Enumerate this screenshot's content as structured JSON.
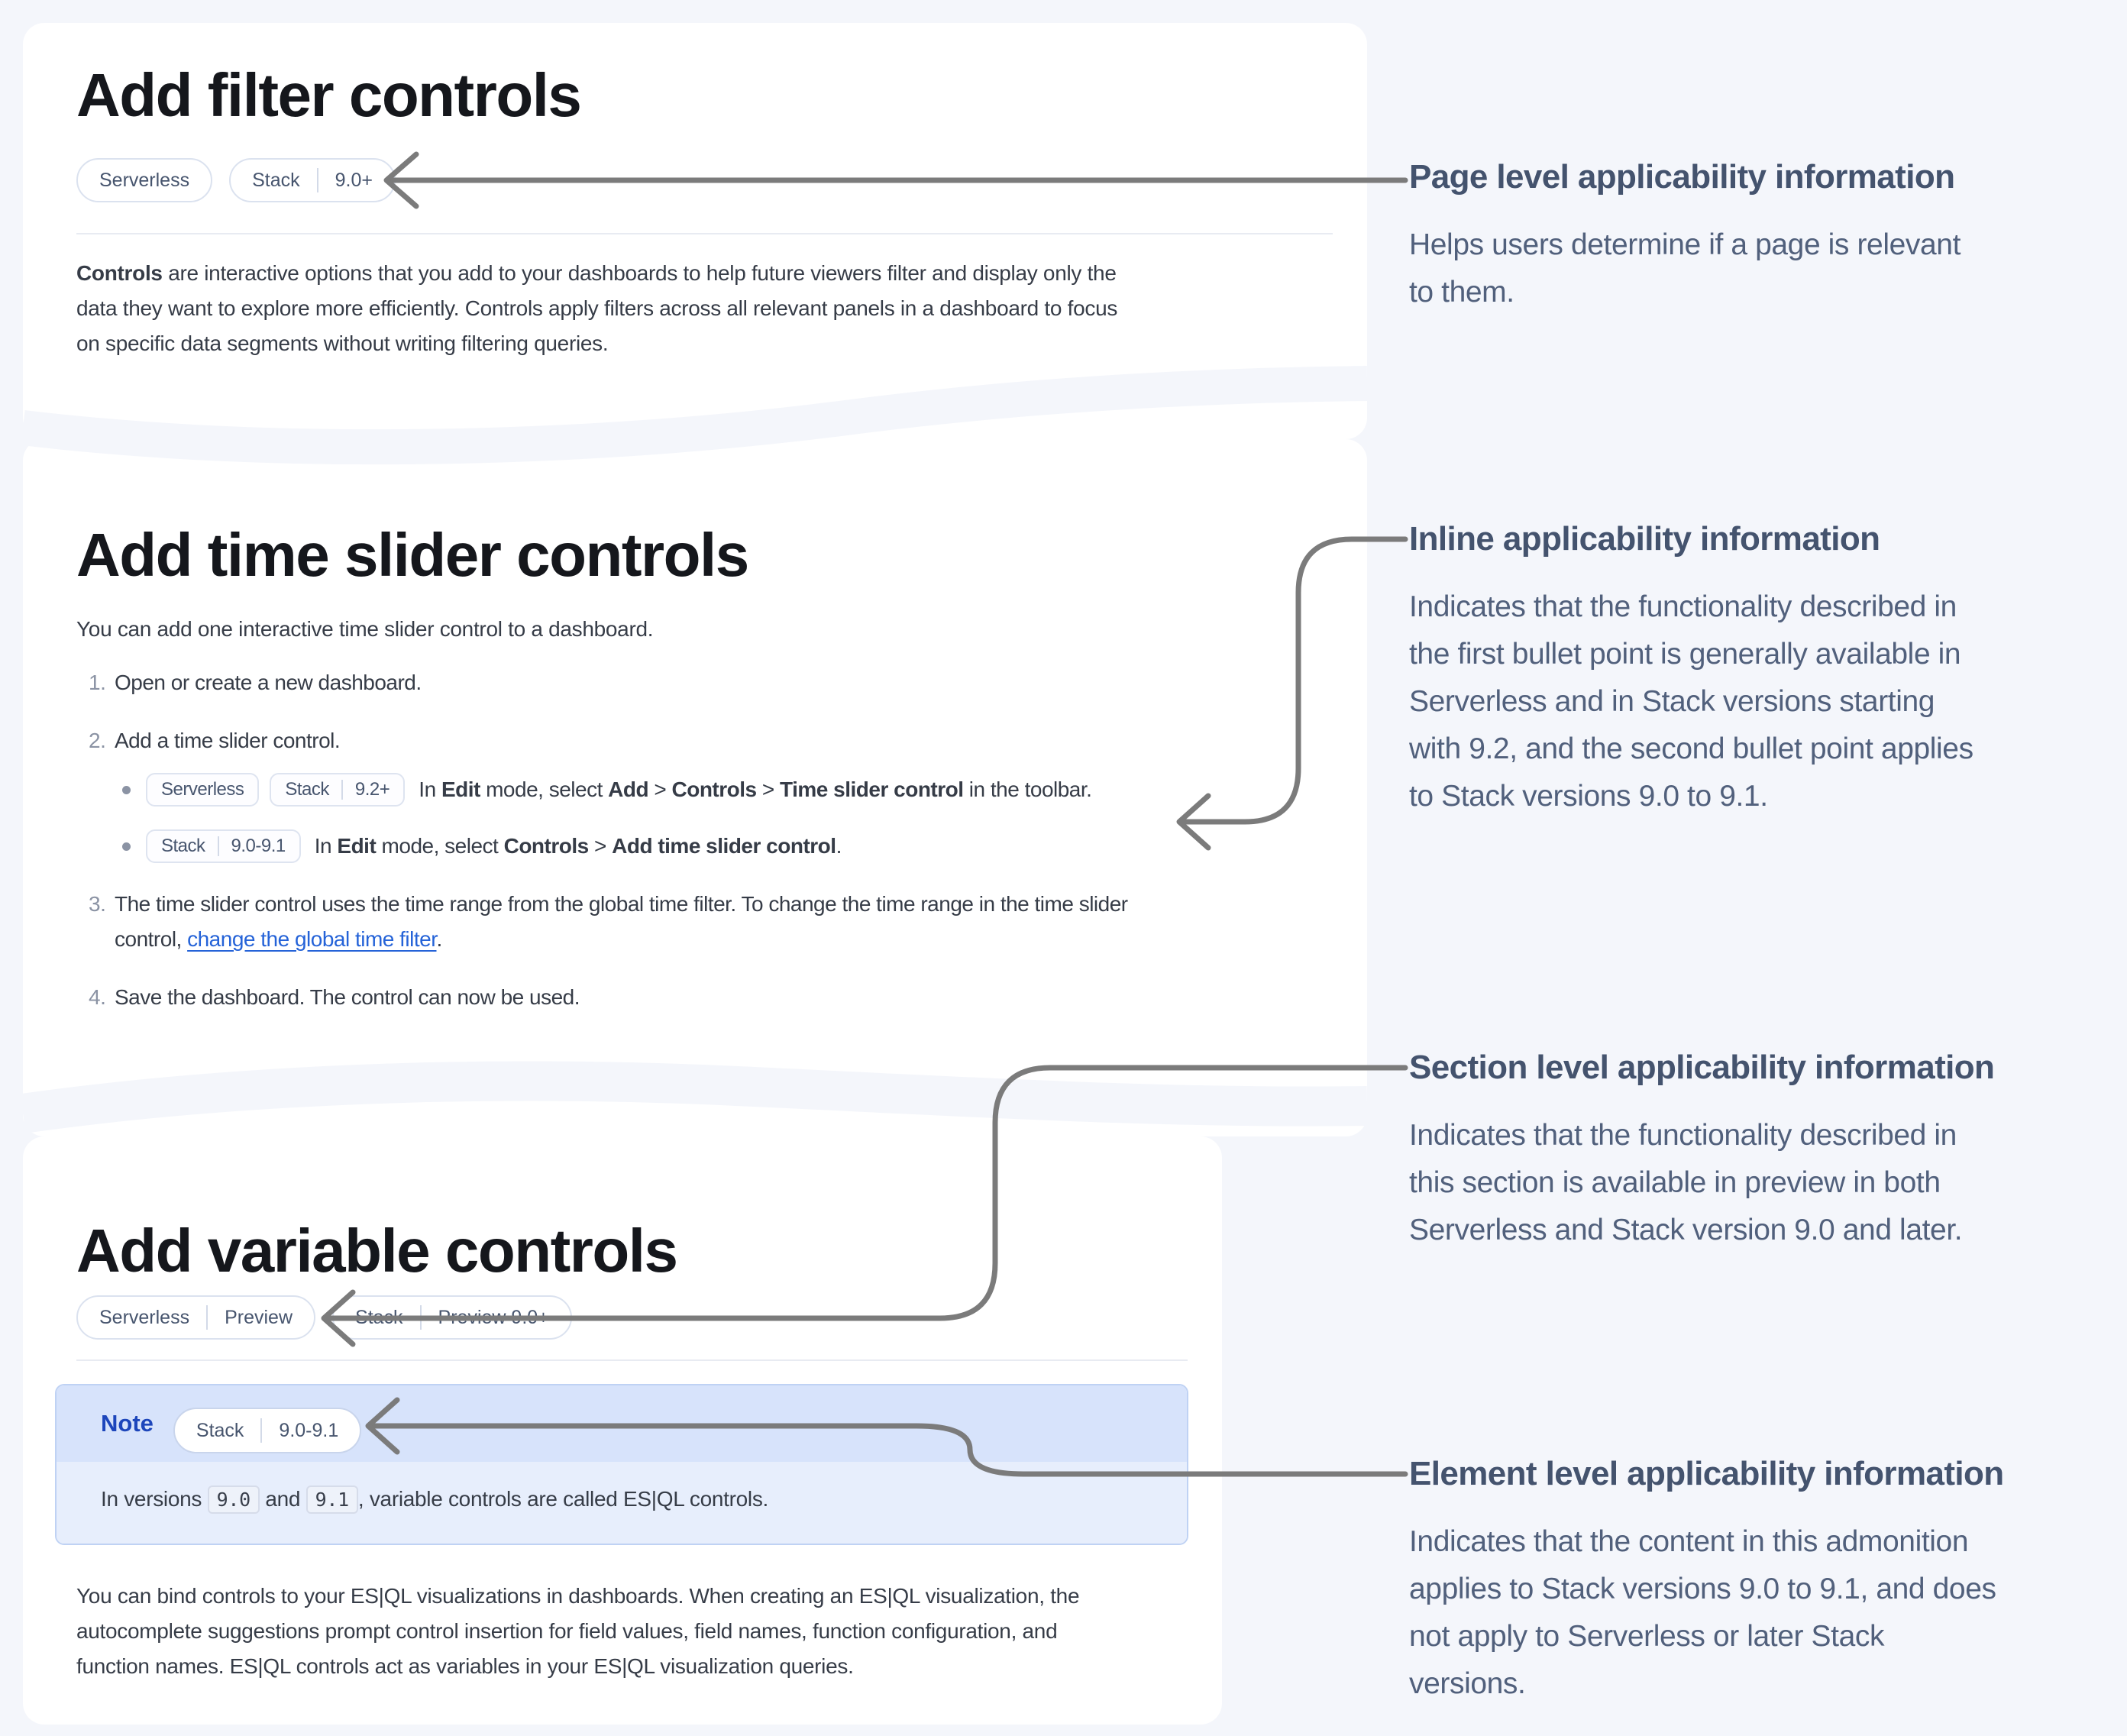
{
  "colors": {
    "page_bg": "#f4f6fb",
    "card_bg": "#ffffff",
    "heading": "#15171c",
    "body_text": "#363c47",
    "badge_border": "#dbe2ef",
    "badge_text": "#47556e",
    "link_blue": "#2563d8",
    "arrow_gray": "#7b7b7b",
    "note_border": "#bfd2f4",
    "note_header_bg": "#d7e3fb",
    "note_body_bg": "#e7eefc",
    "note_label_blue": "#1d46bb",
    "annotation_heading": "#44536e",
    "annotation_body": "#51607c"
  },
  "filter_section": {
    "title": "Add filter controls",
    "badges": [
      {
        "parts": [
          "Serverless"
        ]
      },
      {
        "parts": [
          "Stack",
          "9.0+"
        ]
      }
    ],
    "paragraph": {
      "lead": "Controls",
      "rest": " are interactive options that you add to your dashboards to help future viewers filter and display only the\ndata they want to explore more efficiently. Controls apply filters across all relevant panels in a dashboard to focus\non specific data segments without writing filtering queries."
    }
  },
  "time_slider_section": {
    "title": "Add time slider controls",
    "intro": "You can add one interactive time slider control to a dashboard.",
    "steps": [
      {
        "num": "1.",
        "segments": [
          {
            "t": "Open or create a new dashboard."
          }
        ]
      },
      {
        "num": "2.",
        "segments": [
          {
            "t": "Add a time slider control."
          }
        ],
        "bullets": [
          {
            "badges": [
              {
                "parts": [
                  "Serverless"
                ]
              },
              {
                "parts": [
                  "Stack",
                  "9.2+"
                ]
              }
            ],
            "segments": [
              {
                "t": "In "
              },
              {
                "t": "Edit",
                "b": true
              },
              {
                "t": " mode, select "
              },
              {
                "t": "Add",
                "b": true
              },
              {
                "t": " > "
              },
              {
                "t": "Controls",
                "b": true
              },
              {
                "t": " > "
              },
              {
                "t": "Time slider control",
                "b": true
              },
              {
                "t": " in the toolbar."
              }
            ]
          },
          {
            "badges": [
              {
                "parts": [
                  "Stack",
                  "9.0-9.1"
                ]
              }
            ],
            "segments": [
              {
                "t": "In "
              },
              {
                "t": "Edit",
                "b": true
              },
              {
                "t": " mode, select "
              },
              {
                "t": "Controls",
                "b": true
              },
              {
                "t": " > "
              },
              {
                "t": "Add time slider control",
                "b": true
              },
              {
                "t": "."
              }
            ]
          }
        ]
      },
      {
        "num": "3.",
        "segments": [
          {
            "t": "The time slider control uses the time range from the global time filter. To change the time range in the time slider"
          },
          {
            "br": true
          },
          {
            "t": "control, "
          },
          {
            "t": "change the global time filter",
            "link": true
          },
          {
            "t": "."
          }
        ]
      },
      {
        "num": "4.",
        "segments": [
          {
            "t": "Save the dashboard. The control can now be used."
          }
        ]
      }
    ]
  },
  "variable_section": {
    "title": "Add variable controls",
    "badges": [
      {
        "parts": [
          "Serverless",
          "Preview"
        ]
      },
      {
        "parts": [
          "Stack",
          "Preview 9.0+"
        ]
      }
    ],
    "note": {
      "label": "Note",
      "badges": [
        {
          "parts": [
            "Stack",
            "9.0-9.1"
          ]
        }
      ],
      "segments": [
        {
          "t": "In versions "
        },
        {
          "t": "9.0",
          "code": true
        },
        {
          "t": " and "
        },
        {
          "t": "9.1",
          "code": true
        },
        {
          "t": ", variable controls are called ES|QL controls."
        }
      ]
    },
    "paragraph": "You can bind controls to your ES|QL visualizations in dashboards. When creating an ES|QL visualization, the\nautocomplete suggestions prompt control insertion for field values, field names, function configuration, and\nfunction names. ES|QL controls act as variables in your ES|QL visualization queries."
  },
  "annotations": [
    {
      "heading": "Page level applicability information",
      "body": "Helps users determine if a page is relevant\nto them."
    },
    {
      "heading": "Inline applicability information",
      "body": "Indicates that the functionality described in\nthe first bullet point is generally available in\nServerless and in Stack versions starting\nwith 9.2, and the second bullet point applies\nto Stack versions 9.0 to 9.1."
    },
    {
      "heading": "Section level applicability information",
      "body": "Indicates that the functionality described in\nthis section is available in preview in both\nServerless and Stack version 9.0 and later."
    },
    {
      "heading": "Element level applicability information",
      "body": "Indicates that the content in this admonition\napplies to Stack versions 9.0 to 9.1, and does\nnot apply to Serverless or later Stack\nversions."
    }
  ]
}
